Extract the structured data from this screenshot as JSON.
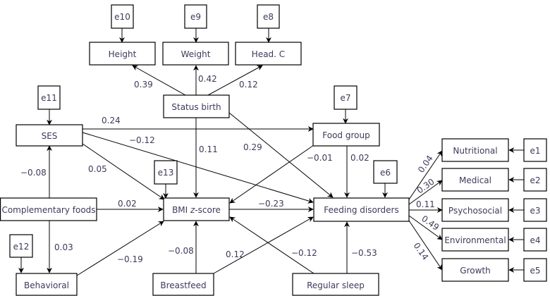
{
  "nodes": {
    "height": "Height",
    "weight": "Weight",
    "head_c": "Head. C",
    "status_birth": "Status birth",
    "ses": "SES",
    "food_group": "Food group",
    "complementary_foods": "Complementary foods",
    "bmi_prefix": "BMI ",
    "bmi_italic": "z",
    "bmi_suffix": "-score",
    "feeding_disorders": "Feeding disorders",
    "behavioral": "Behavioral",
    "breastfeed": "Breastfeed",
    "regular_sleep": "Regular sleep",
    "nutritional": "Nutritional",
    "medical": "Medical",
    "psychosocial": "Psychosocial",
    "environmental": "Environmental",
    "growth": "Growth"
  },
  "errors": {
    "e1": "e1",
    "e2": "e2",
    "e3": "e3",
    "e4": "e4",
    "e5": "e5",
    "e6": "e6",
    "e7": "e7",
    "e8": "e8",
    "e9": "e9",
    "e10": "e10",
    "e11": "e11",
    "e12": "e12",
    "e13": "e13"
  },
  "paths": [
    {
      "from": "Status birth",
      "to": "Height",
      "coef": "0.39"
    },
    {
      "from": "Status birth",
      "to": "Weight",
      "coef": "0.42"
    },
    {
      "from": "Status birth",
      "to": "Head. C",
      "coef": "0.12"
    },
    {
      "from": "Status birth",
      "to": "BMI z-score",
      "coef": "0.11"
    },
    {
      "from": "Status birth",
      "to": "Feeding disorders",
      "coef": "0.29"
    },
    {
      "from": "SES",
      "to": "Food group",
      "coef": "0.24"
    },
    {
      "from": "SES",
      "to": "Feeding disorders",
      "coef": "−0.12"
    },
    {
      "from": "SES",
      "to": "BMI z-score",
      "coef": "0.05"
    },
    {
      "from": "Complementary foods",
      "to": "SES",
      "coef": "−0.08"
    },
    {
      "from": "Complementary foods",
      "to": "BMI z-score",
      "coef": "0.02"
    },
    {
      "from": "Complementary foods",
      "to": "Behavioral",
      "coef": "0.03"
    },
    {
      "from": "Behavioral",
      "to": "BMI z-score",
      "coef": "−0.19"
    },
    {
      "from": "Food group",
      "to": "BMI z-score",
      "coef": "−0.01"
    },
    {
      "from": "Food group",
      "to": "Feeding disorders",
      "coef": "0.02"
    },
    {
      "from": "BMI z-score",
      "to": "Feeding disorders",
      "coef": "−0.23"
    },
    {
      "from": "Breastfeed",
      "to": "BMI z-score",
      "coef": "−0.08"
    },
    {
      "from": "Breastfeed",
      "to": "Feeding disorders",
      "coef": "0.12"
    },
    {
      "from": "Regular sleep",
      "to": "BMI z-score",
      "coef": "−0.12"
    },
    {
      "from": "Regular sleep",
      "to": "Feeding disorders",
      "coef": "−0.53"
    },
    {
      "from": "Feeding disorders",
      "to": "Nutritional",
      "coef": "0.04"
    },
    {
      "from": "Feeding disorders",
      "to": "Medical",
      "coef": "0.30"
    },
    {
      "from": "Feeding disorders",
      "to": "Psychosocial",
      "coef": "0.11"
    },
    {
      "from": "Feeding disorders",
      "to": "Environmental",
      "coef": "0.49"
    },
    {
      "from": "Feeding disorders",
      "to": "Growth",
      "coef": "0.14"
    }
  ]
}
